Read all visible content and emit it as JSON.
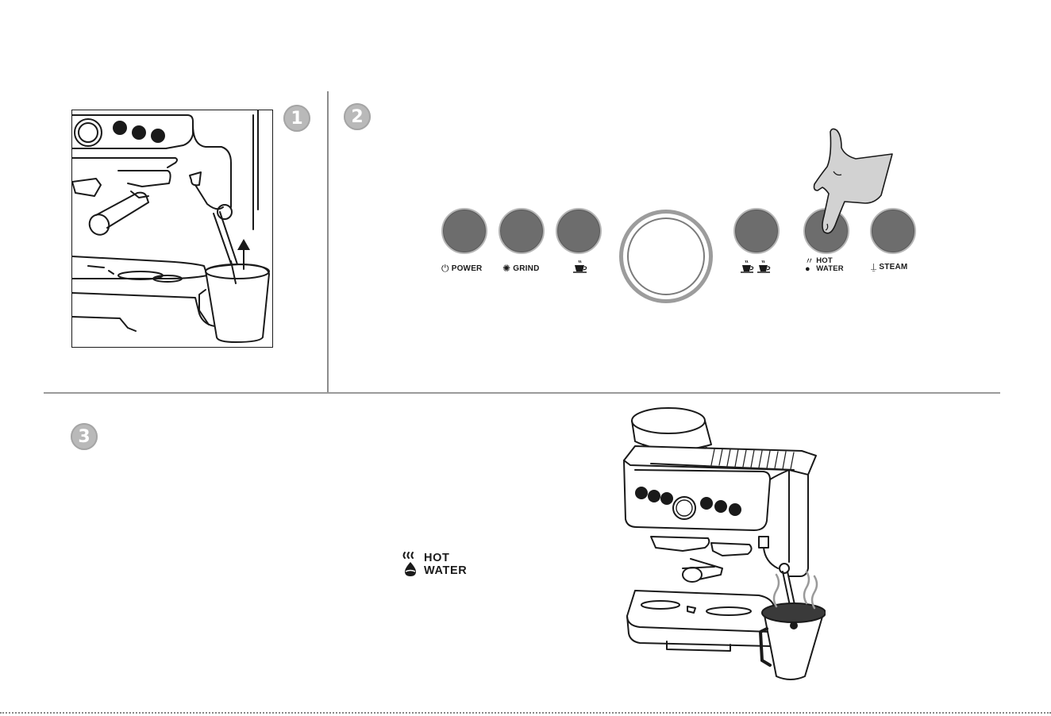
{
  "steps": {
    "step1": "1",
    "step2": "2",
    "step3": "3"
  },
  "control_panel": {
    "buttons": [
      {
        "name": "power",
        "label": "POWER",
        "icon": "power-icon"
      },
      {
        "name": "grind",
        "label": "GRIND",
        "icon": "grind-icon"
      },
      {
        "name": "single-cup",
        "label": "",
        "icon": "single-cup-icon"
      },
      {
        "name": "double-cup",
        "label": "",
        "icon": "double-cup-icon"
      },
      {
        "name": "hot-water",
        "label_line1": "HOT",
        "label_line2": "WATER",
        "icon": "hot-water-icon"
      },
      {
        "name": "steam",
        "label": "STEAM",
        "icon": "steam-icon"
      }
    ],
    "dial_icon": "selection-dial"
  },
  "hot_water_symbol": {
    "line1": "HOT",
    "line2": "WATER",
    "icon": "hot-water-icon"
  },
  "colors": {
    "button_fill": "#6d6d6d",
    "badge": "#b9b9b9",
    "dark_water": "#3a3a3a"
  }
}
